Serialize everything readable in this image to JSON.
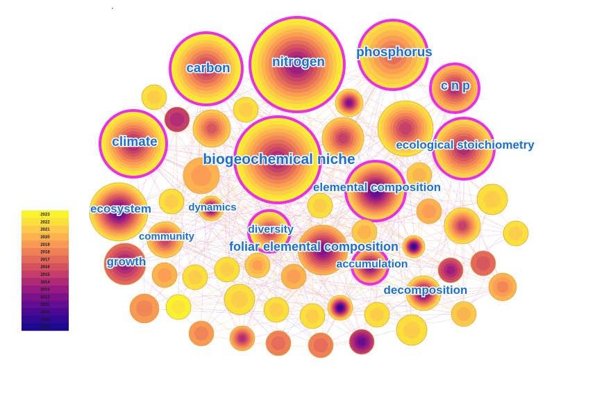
{
  "legend": {
    "years": [
      "2023",
      "2022",
      "2021",
      "2020",
      "2019",
      "2018",
      "2017",
      "2016",
      "2015",
      "2014",
      "2013",
      "2012",
      "2011",
      "2010",
      "2009",
      "2008"
    ],
    "colors": [
      "#f8f32b",
      "#fbe03c",
      "#fcc94a",
      "#fcb24f",
      "#f99a54",
      "#ef8157",
      "#e36a5a",
      "#d5535f",
      "#c43e6b",
      "#ae2a77",
      "#961c83",
      "#7c138b",
      "#630d90",
      "#4a0a92",
      "#340994",
      "#1e0a8f"
    ]
  },
  "highlight_color": "#ee2bf0",
  "labels": {
    "carbon": "carbon",
    "nitrogen": "nitrogen",
    "phosphorus": "phosphorus",
    "cnp": "c n p",
    "climate": "climate",
    "biogeochemical_niche": "biogeochemical niche",
    "ecological_stoichiometry": "ecological stoichiometry",
    "elemental_composition": "elemental composition",
    "ecosystem": "ecosystem",
    "dynamics": "dynamics",
    "diversity": "diversity",
    "community": "community",
    "foliar_elemental_composition": "foliar elemental composition",
    "accumulation": "accumulation",
    "growth": "growth",
    "decomposition": "decomposition"
  }
}
